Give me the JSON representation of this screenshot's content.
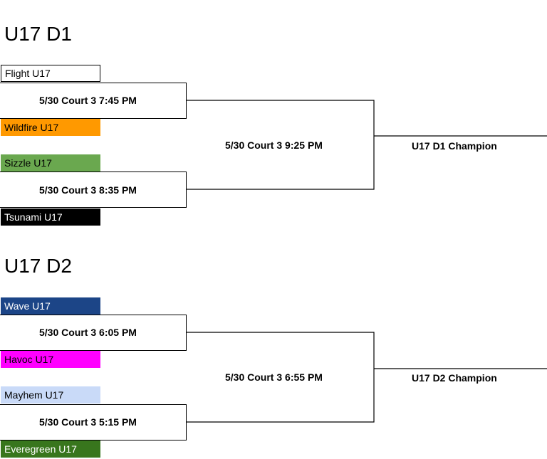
{
  "brackets": [
    {
      "title": "U17 D1",
      "teams": [
        {
          "name": "Flight U17",
          "bg": "#ffffff",
          "fg": "#000000"
        },
        {
          "name": "Wildfire U17",
          "bg": "#ff9900",
          "fg": "#000000"
        },
        {
          "name": "Sizzle U17",
          "bg": "#6aa84f",
          "fg": "#000000"
        },
        {
          "name": "Tsunami U17",
          "bg": "#000000",
          "fg": "#ffffff"
        }
      ],
      "games": [
        "5/30 Court 3 7:45 PM",
        "5/30 Court 3 8:35 PM"
      ],
      "final": "5/30 Court 3 9:25 PM",
      "champion": "U17 D1 Champion"
    },
    {
      "title": "U17 D2",
      "teams": [
        {
          "name": "Wave U17",
          "bg": "#1c4587",
          "fg": "#ffffff"
        },
        {
          "name": "Havoc U17",
          "bg": "#ff00ff",
          "fg": "#000000"
        },
        {
          "name": "Mayhem U17",
          "bg": "#c9daf8",
          "fg": "#000000"
        },
        {
          "name": "Everegreen U17",
          "bg": "#38761d",
          "fg": "#ffffff"
        }
      ],
      "games": [
        "5/30 Court 3 6:05 PM",
        "5/30 Court 3 5:15 PM"
      ],
      "final": "5/30 Court 3 6:55 PM",
      "champion": "U17 D2 Champion"
    }
  ]
}
